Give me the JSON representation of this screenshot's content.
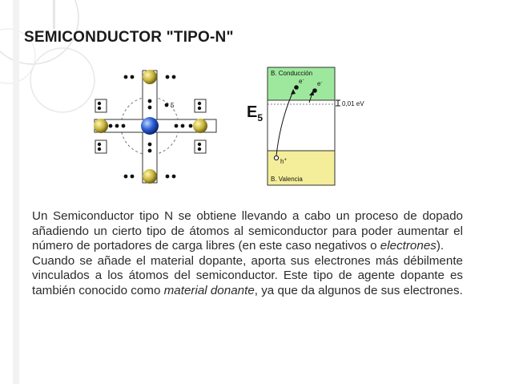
{
  "slide": {
    "title": "SEMICONDUCTOR  \"TIPO-N\""
  },
  "diagram": {
    "electron_label": "5",
    "e_label": "E",
    "e_sub": "5",
    "conduction_label": "B. Conducción",
    "valence_label": "B. Valencia",
    "electron_symbol": "e",
    "electron_sup": "-",
    "hole_symbol": "h",
    "hole_sup": "+",
    "energy_label": "0,01 eV",
    "colors": {
      "conduction": "#9ee89e",
      "valence": "#f4ee9a",
      "atom_dopant": "#2c5fd4",
      "atom_host": "#c8b43c"
    }
  },
  "text": {
    "p1_a": "Un Semiconductor tipo N se obtiene llevando a cabo un proceso de dopado añadiendo un cierto tipo de átomos al semiconductor para poder aumentar el número de portadores de carga libres (en este caso negativos o ",
    "p1_em": "electrones",
    "p1_b": ").",
    "p2_a": "Cuando se añade el material dopante, aporta sus electrones más débilmente vinculados a los átomos del semiconductor. Este tipo de agente dopante es también conocido como ",
    "p2_em": "material donante",
    "p2_b": ", ya que da algunos de sus electrones."
  }
}
